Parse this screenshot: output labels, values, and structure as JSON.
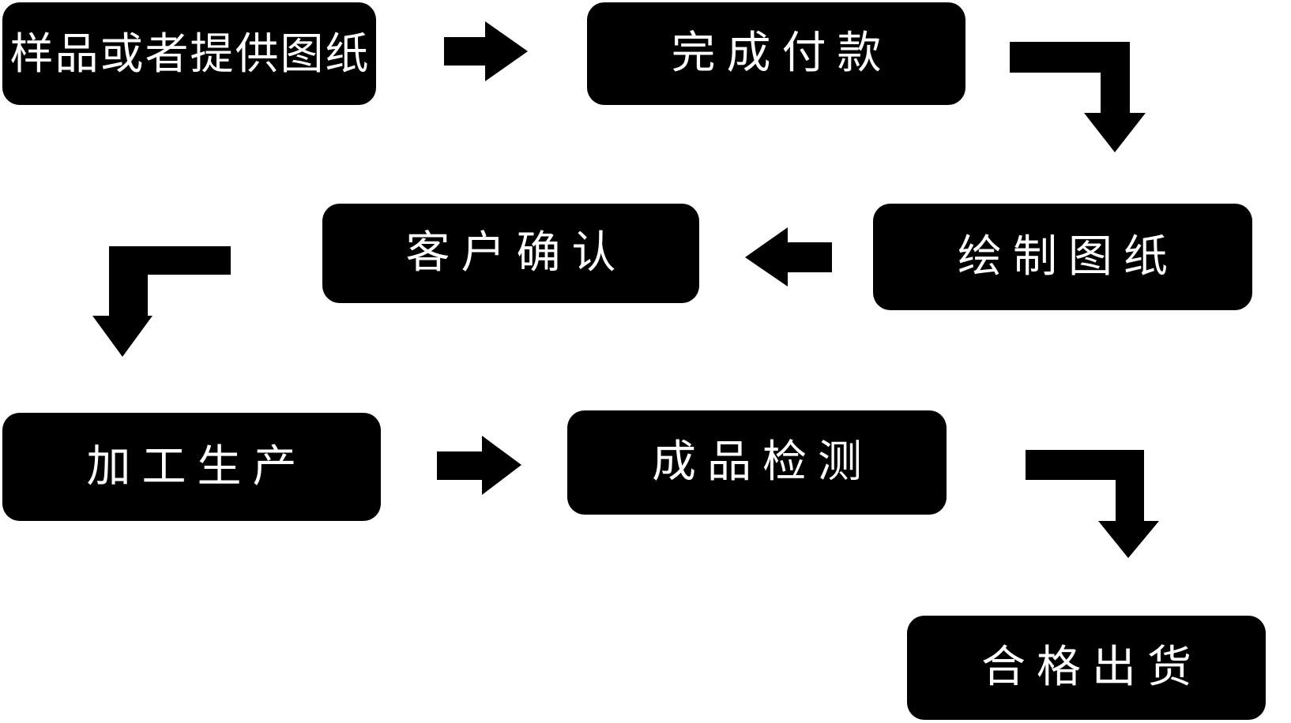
{
  "diagram": {
    "type": "flowchart",
    "colors": {
      "node_bg": "#000000",
      "node_text": "#ffffff",
      "arrow": "#000000",
      "background": "#ffffff"
    },
    "nodes": [
      {
        "id": "sample-or-provide-drawings",
        "label": "样品或者提供图纸"
      },
      {
        "id": "complete-payment",
        "label": "完成付款"
      },
      {
        "id": "draw-drawings",
        "label": "绘制图纸"
      },
      {
        "id": "customer-confirmation",
        "label": "客户确认"
      },
      {
        "id": "processing-production",
        "label": "加工生产"
      },
      {
        "id": "finished-product-inspection",
        "label": "成品检测"
      },
      {
        "id": "qualified-shipment",
        "label": "合格出货"
      }
    ],
    "edges": [
      {
        "from": "sample-or-provide-drawings",
        "to": "complete-payment",
        "shape": "right-arrow"
      },
      {
        "from": "complete-payment",
        "to": "draw-drawings",
        "shape": "elbow-down-arrow"
      },
      {
        "from": "draw-drawings",
        "to": "customer-confirmation",
        "shape": "left-arrow"
      },
      {
        "from": "customer-confirmation",
        "to": "processing-production",
        "shape": "elbow-down-arrow"
      },
      {
        "from": "processing-production",
        "to": "finished-product-inspection",
        "shape": "right-arrow"
      },
      {
        "from": "finished-product-inspection",
        "to": "qualified-shipment",
        "shape": "elbow-down-arrow"
      }
    ]
  }
}
